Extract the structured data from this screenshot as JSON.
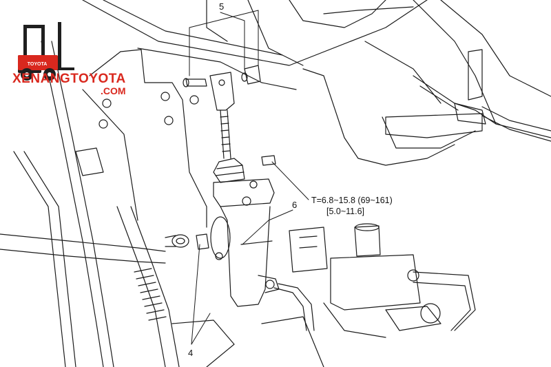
{
  "logo": {
    "brand_text": "XENANGTOYOTA",
    "sub_text": ".COM",
    "forklift_badge_text": "TOYOTA",
    "brand_color": "#d9281e",
    "icon": "forklift-icon"
  },
  "diagram": {
    "callouts": [
      {
        "id": "5",
        "label": "5"
      },
      {
        "id": "6",
        "label": "6"
      },
      {
        "id": "4",
        "label": "4"
      }
    ],
    "torque": {
      "line1": "T=6.8~15.8 (69~161)",
      "line2": "[5.0~11.6]"
    },
    "line_color": "#1a1a1a"
  }
}
